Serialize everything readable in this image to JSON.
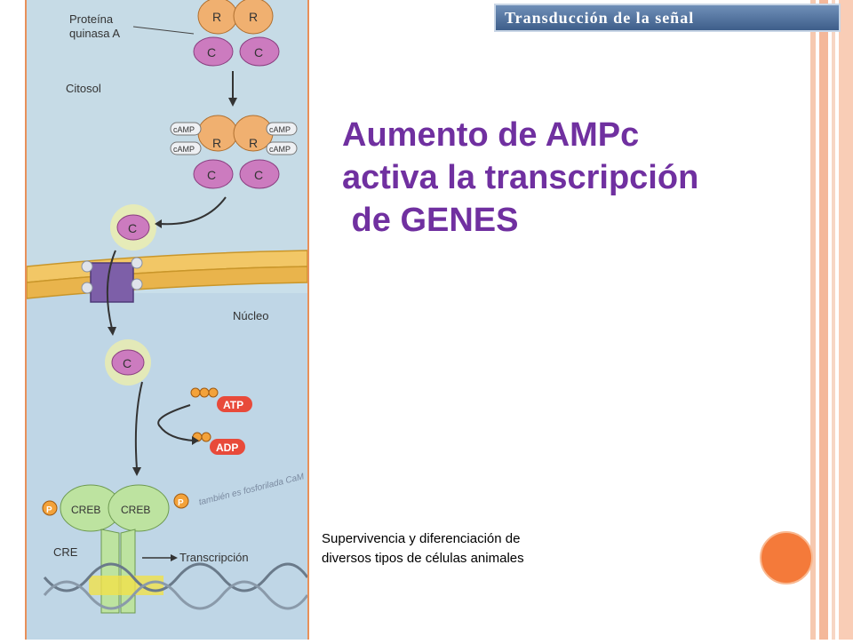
{
  "slide": {
    "section_title": "Transducción de la señal",
    "headline_lines": [
      "Aumento de AMPc",
      "activa la transcripción",
      " de GENES"
    ],
    "caption_lines": [
      "Supervivencia y diferenciación de",
      "diversos tipos de células animales"
    ]
  },
  "figure": {
    "protein_label_1": "Proteína",
    "protein_label_2": "quinasa A",
    "cytosol_label": "Citosol",
    "nucleus_label": "Núcleo",
    "r_label": "R",
    "c_label": "C",
    "camp_label": "cAMP",
    "atp_label": "ATP",
    "adp_label": "ADP",
    "creb_label": "CREB",
    "p_label": "P",
    "cre_label": "CRE",
    "transcription_label": "Transcripción",
    "handwritten_note": "también es fosforilada CaM"
  },
  "colors": {
    "headline": "#7030a0",
    "accent_orange": "#f47a3a",
    "badge": "#4a6a96",
    "figure_background": "#c9dfea"
  }
}
